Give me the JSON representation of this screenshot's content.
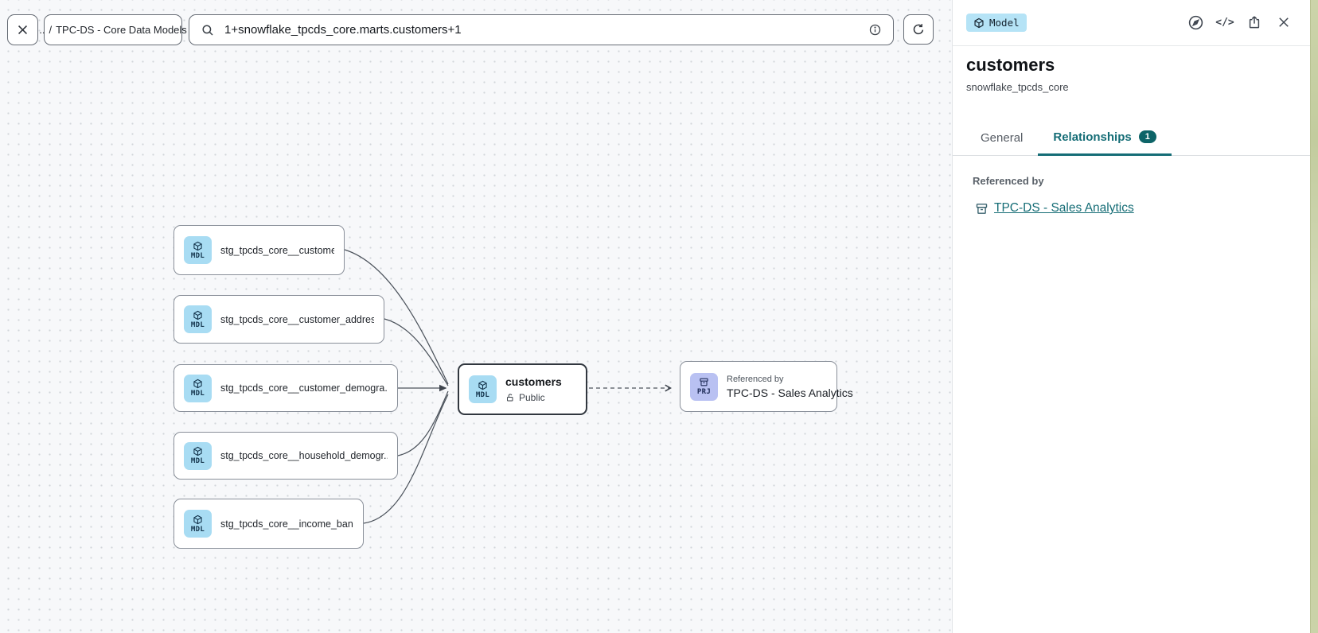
{
  "colors": {
    "accent_teal": "#156d76",
    "count_badge_bg": "#0d6468",
    "model_icon_bg": "#a8dcf3",
    "project_icon_bg": "#b9c1f2",
    "type_badge_bg": "#b5e3f6",
    "canvas_bg": "#f7f8fa"
  },
  "toolbar": {
    "breadcrumb": {
      "up": "..",
      "separator": "/",
      "project": "TPC-DS - Core Data Models"
    },
    "search": {
      "value": "1+snowflake_tpcds_core.marts.customers+1"
    }
  },
  "canvas": {
    "nodes": [
      {
        "type": "MDL",
        "label": "stg_tpcds_core__customer"
      },
      {
        "type": "MDL",
        "label": "stg_tpcds_core__customer_address"
      },
      {
        "type": "MDL",
        "label": "stg_tpcds_core__customer_demogra..."
      },
      {
        "type": "MDL",
        "label": "stg_tpcds_core__household_demogr..."
      },
      {
        "type": "MDL",
        "label": "stg_tpcds_core__income_band"
      },
      {
        "type": "MDL",
        "label": "customers",
        "visibility": "Public",
        "selected": true
      },
      {
        "type": "PRJ",
        "kicker": "Referenced by",
        "label": "TPC-DS - Sales Analytics"
      }
    ]
  },
  "panel": {
    "type_badge": "Model",
    "title": "customers",
    "subtitle": "snowflake_tpcds_core",
    "tabs": {
      "general": "General",
      "relationships": "Relationships",
      "relationships_count": "1"
    },
    "section": {
      "heading": "Referenced by",
      "link": "TPC-DS - Sales Analytics"
    }
  }
}
